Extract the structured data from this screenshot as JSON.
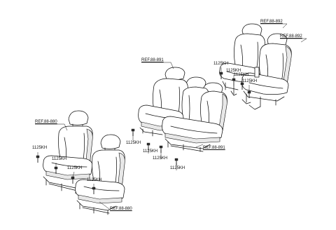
{
  "refs": {
    "front_left": "REF.88-880",
    "front_right": "REF.88-880",
    "second_row_top": "REF.88-891",
    "second_row_bottom": "REF.88-891",
    "third_row_left": "REF.88-892",
    "third_row_right": "REF.88-892"
  },
  "bolts": {
    "part_number": "1125KH"
  },
  "parts": [
    "1125KH",
    "1125KH",
    "1125KH",
    "1125KH",
    "1125KH",
    "1125KH",
    "1125KH",
    "1125KH",
    "1125KH",
    "1125KH",
    "1125KH",
    "1125KH"
  ]
}
